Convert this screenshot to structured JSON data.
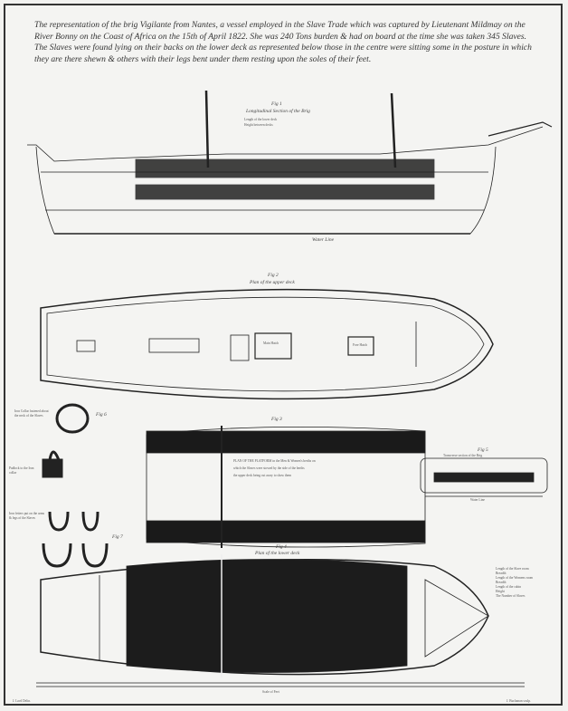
{
  "caption": "The representation of the brig Vigilante from Nantes, a vessel employed in the Slave Trade which was captured by Lieutenant Mildmay on the River Bonny on the Coast of Africa on the 15th of April 1822. She was 240 Tons burden & had on board at the time she was taken 345 Slaves. The Slaves were found lying on their backs on the lower deck as represented below those in the centre were sitting some in the posture in which they are there shewn & others with their legs bent under them resting upon the soles of their feet.",
  "fig1": {
    "title": "Fig 1",
    "subtitle": "Longitudinal Section of the Brig",
    "notes": [
      "Length of the lower deck",
      "Height between decks"
    ],
    "water_line": "Water Line"
  },
  "fig2": {
    "title": "Fig 2",
    "subtitle": "Plan of the upper deck",
    "main_hatch": "Main Hatch",
    "fore_hatch": "Fore Hatch"
  },
  "fig3": {
    "title": "Fig 3",
    "notes": [
      "PLAN OF THE PLATFORM in the Men & Women's berths on",
      "which the Slaves were stowed by the side of the berths",
      "the upper deck being cut away to show them"
    ]
  },
  "fig4": {
    "title": "Fig 4",
    "subtitle": "Plan of the lower deck",
    "notes": [
      "Length of the Slave room",
      "Breadth",
      "Length of the Womens room",
      "Breadth",
      "Length of the cabin",
      "Height",
      "The Number of Slaves"
    ]
  },
  "fig5": {
    "title": "Fig 5",
    "subtitle": "Transverse section of the Brig",
    "water_line": "Water Line"
  },
  "fig6": {
    "title": "Fig 6",
    "notes": [
      "Iron Collar fastened about the neck of the Slaves",
      "Padlock to the Iron collar",
      "Iron fetters put on the arms & legs of the Slaves"
    ]
  },
  "fig7": {
    "title": "Fig 7"
  },
  "scale": "Scale of Feet",
  "credits": {
    "left": "J. Lord Delin.",
    "right": "J. Buchanan sculp."
  }
}
